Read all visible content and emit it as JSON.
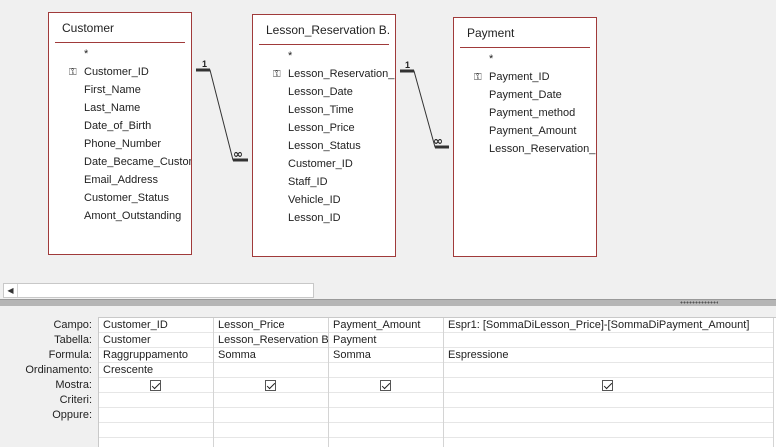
{
  "tables": {
    "customer": {
      "title": "Customer",
      "fields": [
        "*",
        "Customer_ID",
        "First_Name",
        "Last_Name",
        "Date_of_Birth",
        "Phone_Number",
        "Date_Became_Customer",
        "Email_Address",
        "Customer_Status",
        "Amont_Outstanding"
      ],
      "key_field": "Customer_ID"
    },
    "lesson": {
      "title": "Lesson_Reservation B...",
      "fields": [
        "*",
        "Lesson_Reservation_ID",
        "Lesson_Date",
        "Lesson_Time",
        "Lesson_Price",
        "Lesson_Status",
        "Customer_ID",
        "Staff_ID",
        "Vehicle_ID",
        "Lesson_ID"
      ],
      "key_field": "Lesson_Reservation_ID"
    },
    "payment": {
      "title": "Payment",
      "fields": [
        "*",
        "Payment_ID",
        "Payment_Date",
        "Payment_method",
        "Payment_Amount",
        "Lesson_Reservation_ID"
      ],
      "key_field": "Payment_ID"
    }
  },
  "joins": [
    {
      "from": "Customer",
      "to": "Lesson_Reservation B...",
      "one_label": "1",
      "many_label": "∞"
    },
    {
      "from": "Lesson_Reservation B...",
      "to": "Payment",
      "one_label": "1",
      "many_label": "∞"
    }
  ],
  "grid": {
    "row_labels": [
      "Campo:",
      "Tabella:",
      "Formula:",
      "Ordinamento:",
      "Mostra:",
      "Criteri:",
      "Oppure:"
    ],
    "columns": [
      {
        "campo": "Customer_ID",
        "tabella": "Customer",
        "formula": "Raggruppamento",
        "ordinamento": "Crescente",
        "mostra": true
      },
      {
        "campo": "Lesson_Price",
        "tabella": "Lesson_Reservation B",
        "formula": "Somma",
        "ordinamento": "",
        "mostra": true
      },
      {
        "campo": "Payment_Amount",
        "tabella": "Payment",
        "formula": "Somma",
        "ordinamento": "",
        "mostra": true
      },
      {
        "campo": "Espr1: [SommaDiLesson_Price]-[SommaDiPayment_Amount]",
        "tabella": "",
        "formula": "Espressione",
        "ordinamento": "",
        "mostra": true
      }
    ]
  },
  "icons": {
    "key": "key-icon",
    "scroll_left": "left-arrow-icon"
  },
  "colors": {
    "table_border": "#a03a3a",
    "join_line": "#333333"
  }
}
